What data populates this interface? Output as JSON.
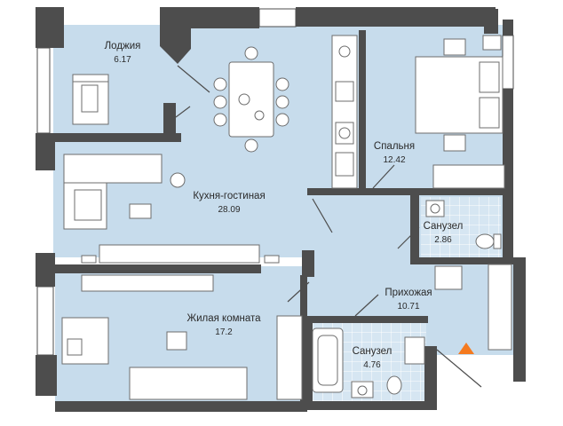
{
  "rooms": {
    "loggia": {
      "name": "Лоджия",
      "area": "6.17"
    },
    "kitchen_living": {
      "name": "Кухня-гостиная",
      "area": "28.09"
    },
    "bedroom": {
      "name": "Спальня",
      "area": "12.42"
    },
    "bathroom_1": {
      "name": "Санузел",
      "area": "2.86"
    },
    "hallway": {
      "name": "Прихожая",
      "area": "10.71"
    },
    "living_room": {
      "name": "Жилая комната",
      "area": "17.2"
    },
    "bathroom_2": {
      "name": "Санузел",
      "area": "4.76"
    }
  },
  "colors": {
    "floor": "#c7dcec",
    "wall": "#4d4d4d",
    "furniture_fill": "#ffffff",
    "furniture_stroke": "#6d6d6d",
    "tile": "#d6e6f2",
    "entry_marker": "#f47a1f"
  },
  "icons": {
    "entry": "entry-arrow-icon"
  }
}
